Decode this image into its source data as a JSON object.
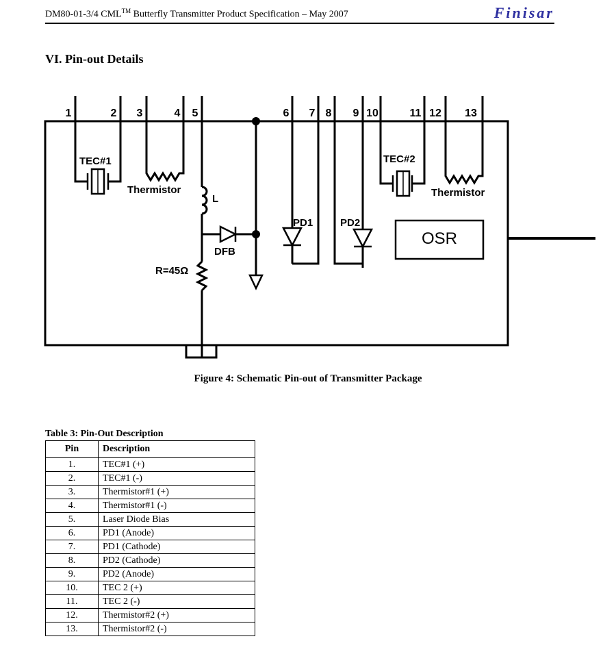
{
  "header": {
    "title": "DM80-01-3/4 CML",
    "title_sup": "TM",
    "title_rest": " Butterfly Transmitter Product Specification – May 2007",
    "brand": "Finisar"
  },
  "section_title": "VI. Pin-out Details",
  "schematic": {
    "pin_numbers": [
      "1",
      "2",
      "3",
      "4",
      "5",
      "6",
      "7",
      "8",
      "9",
      "10",
      "11",
      "12",
      "13"
    ],
    "labels": {
      "tec1": "TEC#1",
      "tec2": "TEC#2",
      "thermistor1": "Thermistor",
      "thermistor2": "Thermistor",
      "inductor": "L",
      "laser": "DFB",
      "resistor": "R=45Ω",
      "pd1": "PD1",
      "pd2": "PD2",
      "osr": "OSR"
    }
  },
  "figure_caption": "Figure 4: Schematic Pin-out of Transmitter Package",
  "table": {
    "caption": "Table 3: Pin-Out Description",
    "headers": [
      "Pin",
      "Description"
    ],
    "rows": [
      [
        "1.",
        "TEC#1 (+)"
      ],
      [
        "2.",
        "TEC#1 (-)"
      ],
      [
        "3.",
        "Thermistor#1 (+)"
      ],
      [
        "4.",
        "Thermistor#1 (-)"
      ],
      [
        "5.",
        "Laser Diode Bias"
      ],
      [
        "6.",
        "PD1 (Anode)"
      ],
      [
        "7.",
        "PD1 (Cathode)"
      ],
      [
        "8.",
        "PD2 (Cathode)"
      ],
      [
        "9.",
        "PD2 (Anode)"
      ],
      [
        "10.",
        "TEC 2 (+)"
      ],
      [
        "11.",
        "TEC 2 (-)"
      ],
      [
        "12.",
        "Thermistor#2 (+)"
      ],
      [
        "13.",
        "Thermistor#2 (-)"
      ]
    ]
  }
}
